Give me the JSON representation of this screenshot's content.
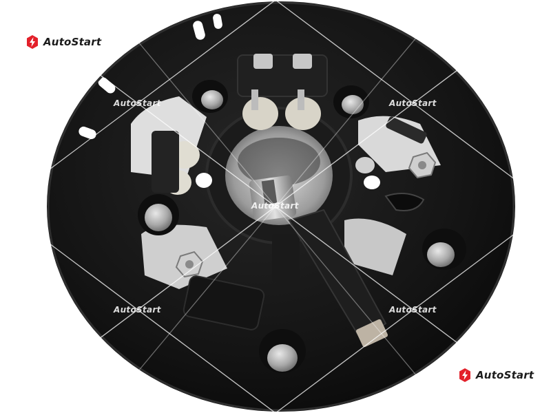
{
  "image": {
    "subject": "",
    "background_color": "#ffffff"
  },
  "logos": [
    {
      "text": "AutoStart",
      "accent": "#e3202a"
    },
    {
      "text": "AutoStart",
      "accent": "#e3202a"
    }
  ],
  "watermarks": [
    {
      "text": "AutoStart"
    },
    {
      "text": "AutoStart"
    },
    {
      "text": "AutoStart"
    },
    {
      "text": "AutoStart"
    },
    {
      "text": "AutoStart"
    }
  ],
  "colors": {
    "plate": "#161616",
    "metal": "#b8b8b8",
    "copper": "#9a9a9a",
    "accent": "#e3202a"
  }
}
